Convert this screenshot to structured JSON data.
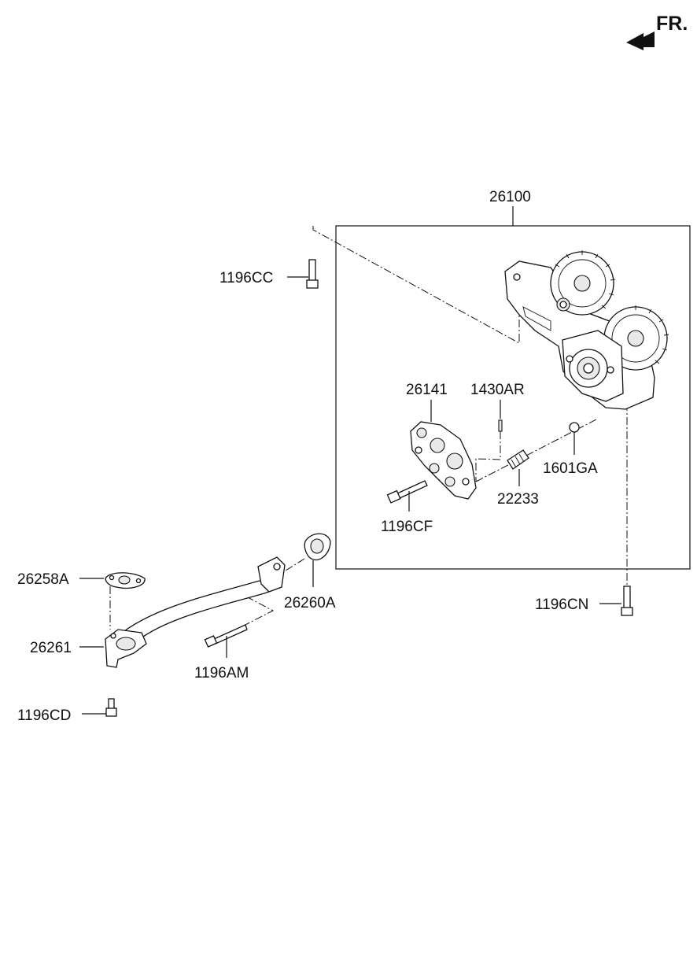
{
  "orientation": {
    "label": "FR."
  },
  "assembly": {
    "part_no": "26100"
  },
  "parts": {
    "p1196CC": "1196CC",
    "p26141": "26141",
    "p1430AR": "1430AR",
    "p1601GA": "1601GA",
    "p22233": "22233",
    "p1196CF": "1196CF",
    "p26258A": "26258A",
    "p26260A": "26260A",
    "p1196CN": "1196CN",
    "p26261": "26261",
    "p1196AM": "1196AM",
    "p1196CD": "1196CD"
  }
}
